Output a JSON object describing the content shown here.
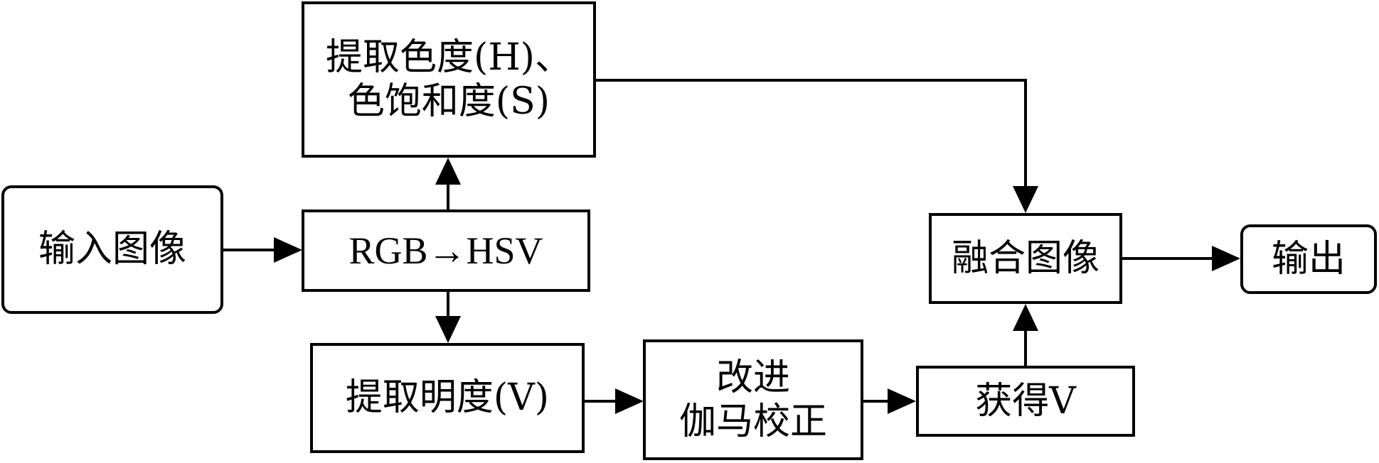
{
  "nodes": {
    "input": "输入图像",
    "rgb_hsv": "RGB→HSV",
    "extract_hs": {
      "line1": "提取色度(H)、",
      "line2": "色饱和度(S)"
    },
    "extract_v": "提取明度(V)",
    "gamma": {
      "line1": "改进",
      "line2": "伽马校正"
    },
    "obtain_v": "获得V",
    "fuse": "融合图像",
    "output": "输出"
  }
}
